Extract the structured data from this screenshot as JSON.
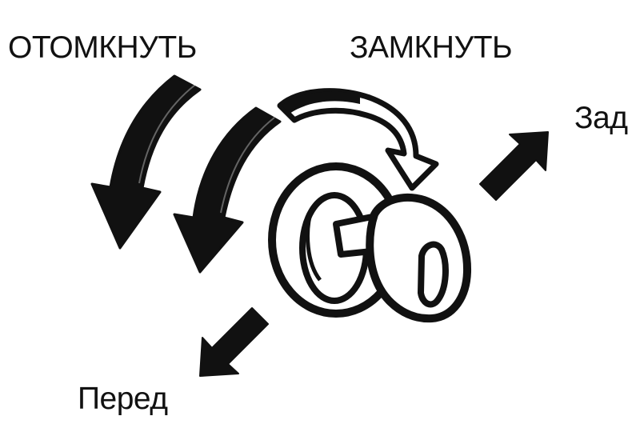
{
  "labels": {
    "unlock": "ОТОМКНУТЬ",
    "lock": "ЗАМКНУТЬ",
    "rear": "Зад",
    "front": "Перед"
  },
  "icons": {
    "unlock_arrows": "curved-arrow-down-left-icon",
    "lock_arrow": "curved-arrow-clockwise-icon",
    "rear_arrow": "arrow-up-right-icon",
    "front_arrow": "arrow-down-left-icon",
    "lock_cylinder": "key-lock-cylinder-icon",
    "key": "key-icon"
  },
  "colors": {
    "ink": "#111111",
    "paper": "#ffffff"
  }
}
